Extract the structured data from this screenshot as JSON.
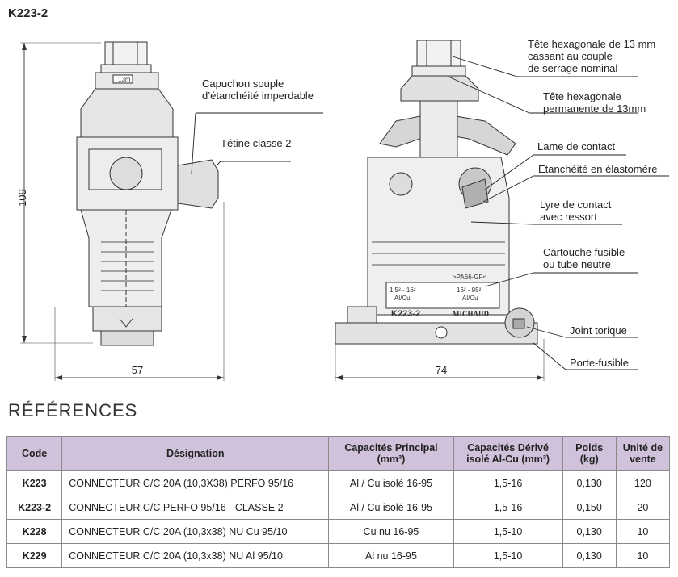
{
  "product_code": "K223-2",
  "dimensions": {
    "height": "109",
    "width_side": "57",
    "width_front": "74"
  },
  "labels": {
    "capuchon": "Capuchon souple\nd’étanchéité imperdable",
    "tetine": "Tétine classe 2",
    "tete_cassant": "Tête hexagonale de 13 mm\ncassant au couple\nde serrage nominal",
    "tete_permanente": "Tête hexagonale\npermanente de 13mm",
    "lame": "Lame de contact",
    "etancheite": "Etanchéité en élastomère",
    "lyre": "Lyre de  contact\navec ressort",
    "cartouche": "Cartouche fusible\nou tube neutre",
    "joint": "Joint torique",
    "porte_fusible": "Porte-fusible"
  },
  "drawing_text": {
    "nut_mark": "13m",
    "range_left": "1,5² - 16²",
    "alcu_left": "Al/Cu",
    "range_right": "16² - 95²",
    "alcu_right": "Al/Cu",
    "model": "K223-2",
    "brand": "MICHAUD",
    "pas_label": ">PA66-GF<"
  },
  "references_title": "RÉFÉRENCES",
  "table": {
    "headers": [
      "Code",
      "Désignation",
      "Capacités Principal (mm²)",
      "Capacités Dérivé isolé Al-Cu (mm²)",
      "Poids (kg)",
      "Unité de vente"
    ],
    "rows": [
      [
        "K223",
        "CONNECTEUR C/C 20A (10,3X38) PERFO 95/16",
        "Al / Cu isolé 16-95",
        "1,5-16",
        "0,130",
        "120"
      ],
      [
        "K223-2",
        "CONNECTEUR C/C PERFO 95/16 - CLASSE 2",
        "Al / Cu isolé 16-95",
        "1,5-16",
        "0,150",
        "20"
      ],
      [
        "K228",
        "CONNECTEUR C/C 20A (10,3x38) NU Cu 95/10",
        "Cu nu 16-95",
        "1,5-10",
        "0,130",
        "10"
      ],
      [
        "K229",
        "CONNECTEUR C/C 20A (10,3x38) NU Al 95/10",
        "Al nu 16-95",
        "1,5-10",
        "0,130",
        "10"
      ]
    ]
  }
}
